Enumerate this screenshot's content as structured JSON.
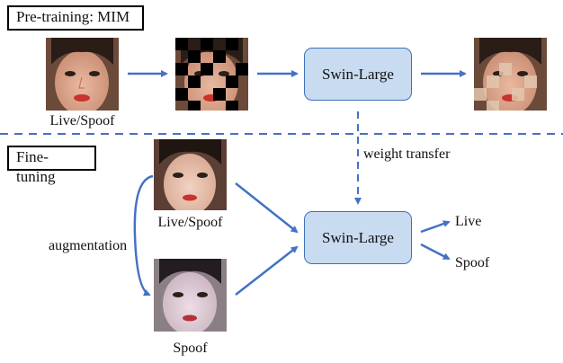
{
  "pretrain": {
    "label": "Pre-training: MIM",
    "input_caption": "Live/Spoof",
    "model": "Swin-Large"
  },
  "transfer_label": "weight transfer",
  "finetune": {
    "label": "Fine-tuning",
    "live_spoof_caption": "Live/Spoof",
    "spoof_caption": "Spoof",
    "augmentation_label": "augmentation",
    "model": "Swin-Large",
    "outputs": [
      "Live",
      "Spoof"
    ]
  },
  "colors": {
    "arrow": "#4472c4",
    "model_fill": "#c8dbf0",
    "model_border": "#3f72b8"
  }
}
